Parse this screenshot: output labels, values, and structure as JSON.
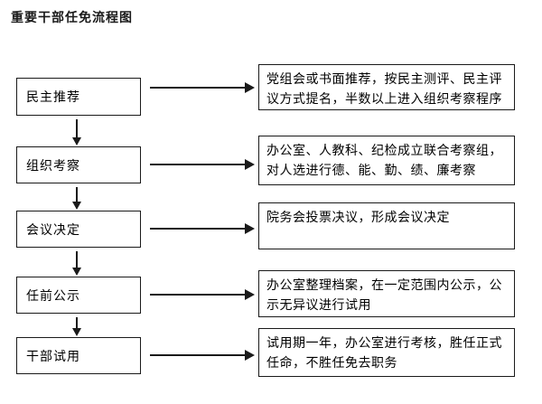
{
  "page": {
    "title": "重要干部任免流程图"
  },
  "colors": {
    "background": "#ffffff",
    "line": "#1a1a1a",
    "text": "#000000"
  },
  "flowchart": {
    "steps": [
      {
        "label": "民主推荐",
        "description": "党组会或书面推荐，按民主测评、民主评议方式提名，半数以上进入组织考察程序"
      },
      {
        "label": "组织考察",
        "description": "办公室、人教科、纪检成立联合考察组，对人选进行德、能、勤、绩、廉考察"
      },
      {
        "label": "会议决定",
        "description": "院务会投票决议，形成会议决定"
      },
      {
        "label": "任前公示",
        "description": "办公室整理档案，在一定范围内公示，公示无异议进行试用"
      },
      {
        "label": "干部试用",
        "description": "试用期一年，办公室进行考核，胜任正式任命，不胜任免去职务"
      }
    ]
  }
}
